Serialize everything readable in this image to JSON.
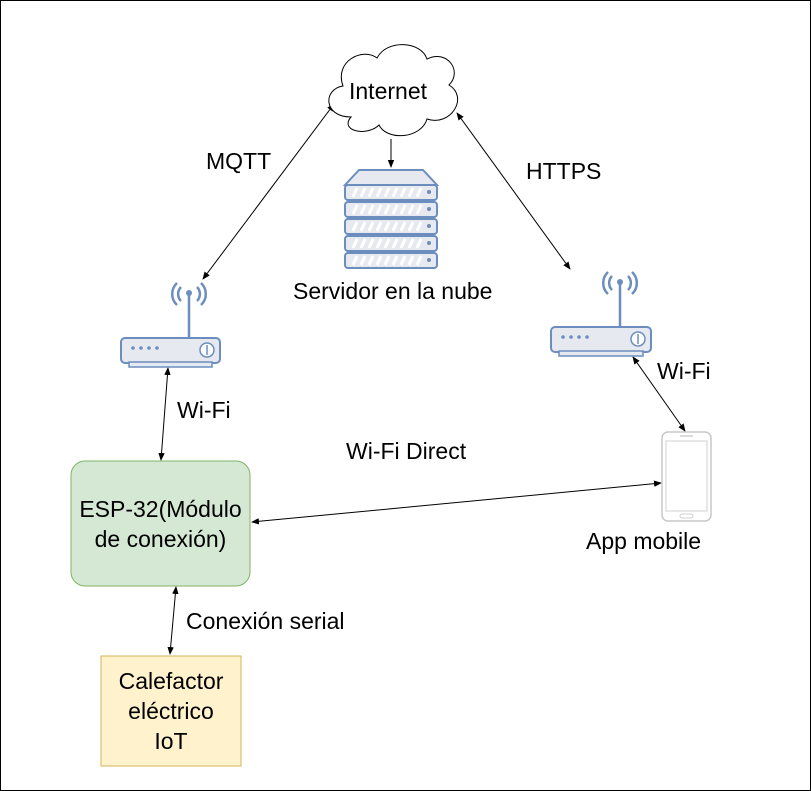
{
  "nodes": {
    "internet": "Internet",
    "server": "Servidor en la nube",
    "esp32_line1": "ESP-32(Módulo",
    "esp32_line2": "de conexión)",
    "heater_line1": "Calefactor",
    "heater_line2": "eléctrico",
    "heater_line3": "IoT",
    "app": "App mobile"
  },
  "edges": {
    "mqtt": "MQTT",
    "https": "HTTPS",
    "wifi_left": "Wi-Fi",
    "wifi_right": "Wi-Fi",
    "wifi_direct": "Wi-Fi Direct",
    "serial": "Conexión serial"
  },
  "colors": {
    "esp32_fill": "#d5e8d4",
    "esp32_stroke": "#82b366",
    "heater_fill": "#fff2cc",
    "heater_stroke": "#d6b656",
    "device_fill": "#e6e9ef",
    "device_stroke": "#6c8ebf"
  },
  "icons": [
    "cloud-icon",
    "server-rack-icon",
    "router-icon",
    "smartphone-icon"
  ]
}
